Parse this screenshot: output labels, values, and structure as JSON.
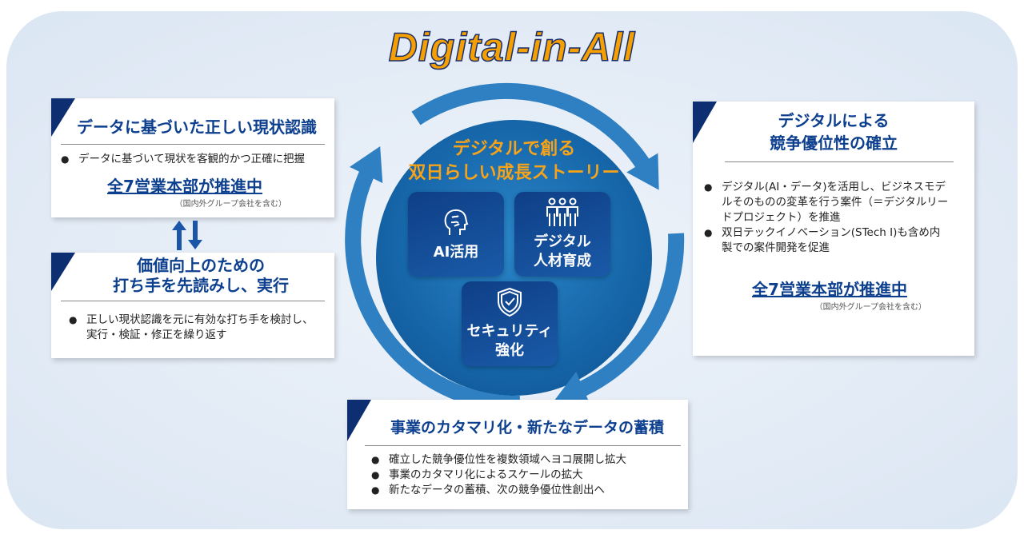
{
  "title": "Digital-in-All",
  "center": {
    "title_line1": "デジタルで創る",
    "title_line2": "双日らしい成長ストーリー",
    "tiles": [
      {
        "icon": "ai-head-icon",
        "label": "AI活用"
      },
      {
        "icon": "people-icon",
        "label_line1": "デジタル",
        "label_line2": "人材育成"
      },
      {
        "icon": "shield-check-icon",
        "label_line1": "セキュリティ",
        "label_line2": "強化"
      }
    ]
  },
  "left_top": {
    "heading": "データに基づいた正しい現状認識",
    "bullets": [
      "データに基づいて現状を客観的かつ正確に把握"
    ],
    "promo": "全7営業本部が推進中",
    "note": "（国内外グループ会社を含む）"
  },
  "left_bottom": {
    "heading_line1": "価値向上のための",
    "heading_line2": "打ち手を先読みし、実行",
    "bullets": [
      "正しい現状認識を元に有効な打ち手を検討し、実行・検証・修正を繰り返す"
    ]
  },
  "right": {
    "heading_line1": "デジタルによる",
    "heading_line2": "競争優位性の確立",
    "bullets": [
      "デジタル(AI・データ)を活用し、ビジネスモデルそのものの変革を行う案件（＝デジタルリードプロジェクト）を推進",
      "双日テックイノベーション(STech I)も含め内製での案件開発を促進"
    ],
    "promo": "全7営業本部が推進中",
    "note": "（国内外グループ会社を含む）"
  },
  "bottom": {
    "heading": "事業のカタマリ化・新たなデータの蓄積",
    "bullets": [
      "確立した競争優位性を複数領域へヨコ展開し拡大",
      "事業のカタマリ化によるスケールの拡大",
      "新たなデータの蓄積、次の競争優位性創出へ"
    ]
  },
  "colors": {
    "orange": "#f5a000",
    "navy": "#0d3f8f",
    "ring": "#2f80c2"
  }
}
